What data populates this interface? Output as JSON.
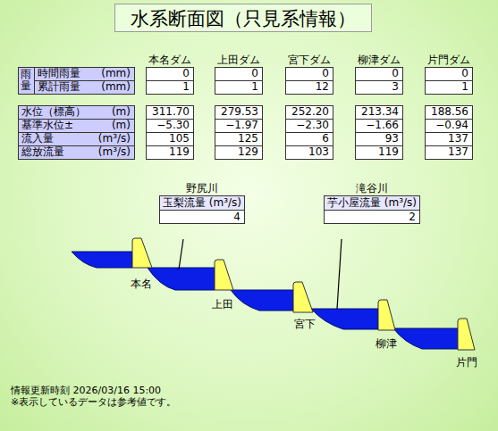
{
  "diagram": {
    "title": "水系断面図（只見系情報）",
    "nodes": [
      {
        "text": [
          "野尻川",
          "玉梨流量 (m³/s)",
          "4"
        ]
      },
      {
        "text": [
          "滝谷川",
          "芋小屋流量 (m³/s)",
          "2"
        ]
      }
    ],
    "labels": [
      "本名ダム",
      "上田ダム",
      "宮下ダム",
      "柳津ダム",
      "片門ダム",
      "雨量",
      "時間雨量",
      "(mm)",
      "累計雨量",
      "(mm)",
      "0",
      "0",
      "0",
      "0",
      "0",
      "1",
      "1",
      "12",
      "3",
      "1",
      "水位（標高）",
      "(m)",
      "基準水位±",
      "(m)",
      "流入量",
      "(m³/s)",
      "総放流量",
      "(m³/s)",
      "311.70",
      "279.53",
      "252.20",
      "213.34",
      "188.56",
      "−5.30",
      "−1.97",
      "−2.30",
      "−1.66",
      "−0.94",
      "105",
      "125",
      "6",
      "93",
      "137",
      "119",
      "129",
      "103",
      "119",
      "137",
      "本名",
      "上田",
      "宮下",
      "柳津",
      "片門",
      "情報更新時刻 2026/03/16 15:00",
      "※表示しているデータは参考値です。"
    ]
  }
}
